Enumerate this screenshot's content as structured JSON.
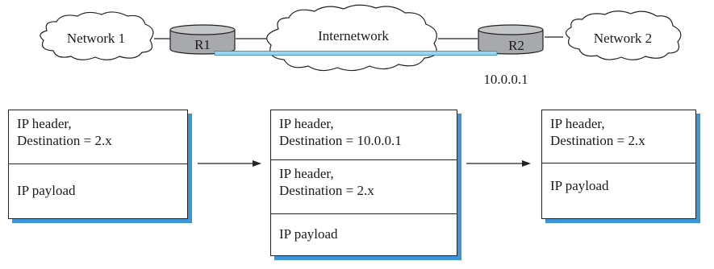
{
  "topology": {
    "network1": "Network 1",
    "router1": "R1",
    "internetwork": "Internetwork",
    "router2": "R2",
    "network2": "Network 2",
    "r2_address": "10.0.0.1",
    "tunnel_color": "#9fd4f0",
    "router_color": "#a7a9ac"
  },
  "packets": [
    {
      "header": {
        "line1": "IP header,",
        "line2": "Destination = 2.x"
      },
      "payload": "IP payload"
    },
    {
      "outer_header": {
        "line1": "IP header,",
        "line2": "Destination = 10.0.0.1"
      },
      "inner_header": {
        "line1": "IP header,",
        "line2": "Destination = 2.x"
      },
      "payload": "IP payload"
    },
    {
      "header": {
        "line1": "IP header,",
        "line2": "Destination = 2.x"
      },
      "payload": "IP payload"
    }
  ],
  "colors": {
    "shadow": "#3d94d6"
  }
}
